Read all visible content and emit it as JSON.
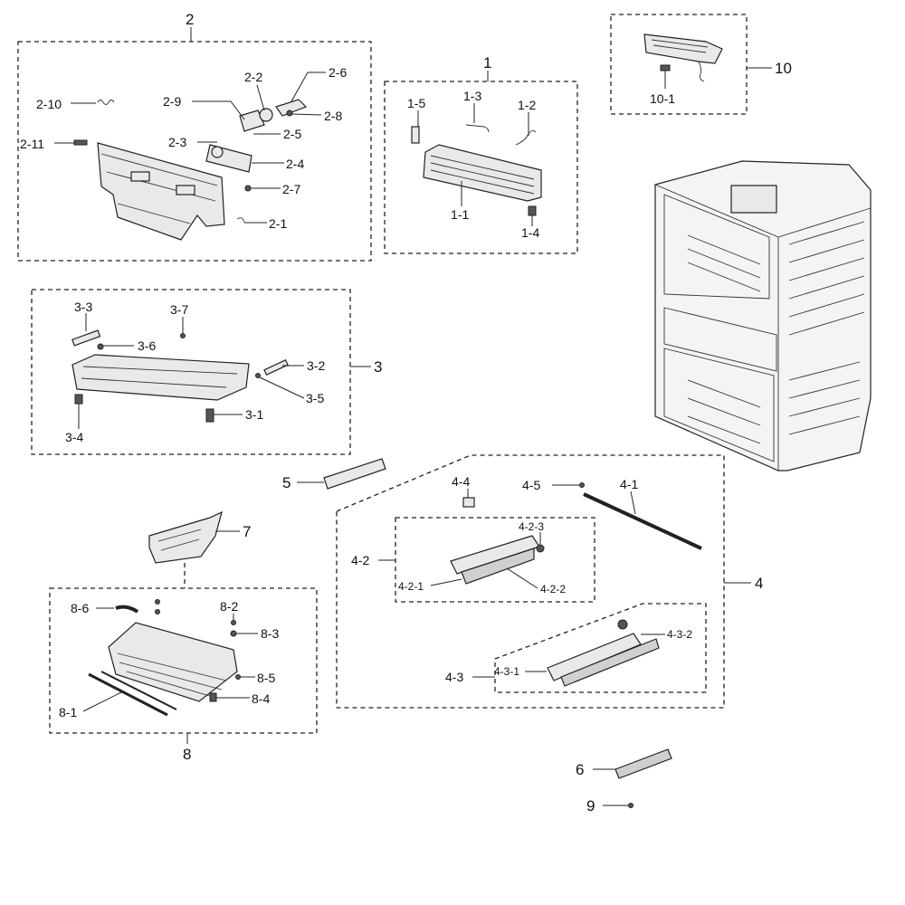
{
  "groups": [
    {
      "id": "g1",
      "label": "1"
    },
    {
      "id": "g2",
      "label": "2"
    },
    {
      "id": "g3",
      "label": "3"
    },
    {
      "id": "g4",
      "label": "4"
    },
    {
      "id": "g8",
      "label": "8"
    },
    {
      "id": "g10",
      "label": "10"
    }
  ],
  "labels": {
    "p1_1": "1-1",
    "p1_2": "1-2",
    "p1_3": "1-3",
    "p1_4": "1-4",
    "p1_5": "1-5",
    "p2_1": "2-1",
    "p2_2": "2-2",
    "p2_3": "2-3",
    "p2_4": "2-4",
    "p2_5": "2-5",
    "p2_6": "2-6",
    "p2_7": "2-7",
    "p2_8": "2-8",
    "p2_9": "2-9",
    "p2_10": "2-10",
    "p2_11": "2-11",
    "p3_1": "3-1",
    "p3_2": "3-2",
    "p3_3": "3-3",
    "p3_4": "3-4",
    "p3_5": "3-5",
    "p3_6": "3-6",
    "p3_7": "3-7",
    "p4_1": "4-1",
    "p4_2": "4-2",
    "p4_3": "4-3",
    "p4_4": "4-4",
    "p4_5": "4-5",
    "p4_2_1": "4-2-1",
    "p4_2_2": "4-2-2",
    "p4_2_3": "4-2-3",
    "p4_3_1": "4-3-1",
    "p4_3_2": "4-3-2",
    "p5": "5",
    "p6": "6",
    "p7": "7",
    "p9": "9",
    "p8_1": "8-1",
    "p8_2": "8-2",
    "p8_3": "8-3",
    "p8_4": "8-4",
    "p8_5": "8-5",
    "p8_6": "8-6",
    "p10_1": "10-1"
  }
}
